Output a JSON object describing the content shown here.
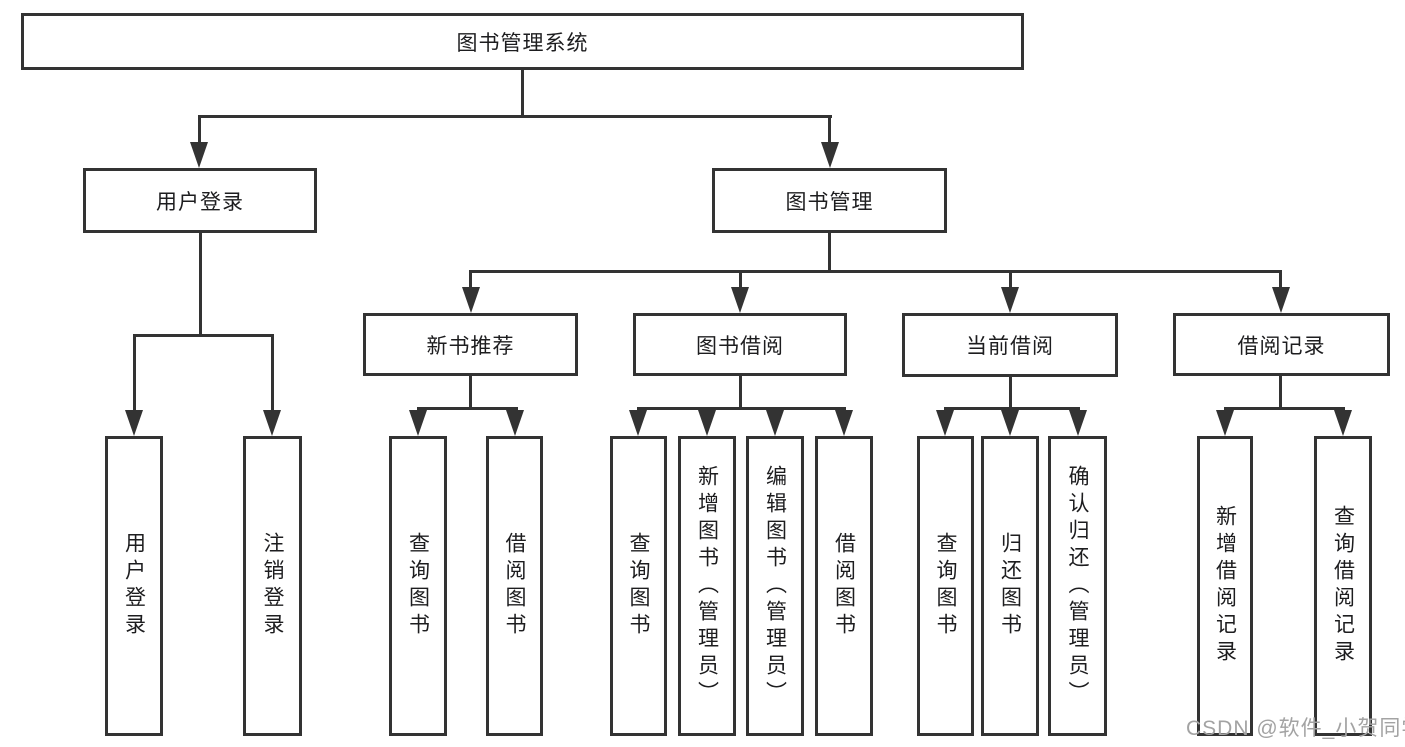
{
  "colors": {
    "line": "#333333",
    "box_border": "#333333",
    "text": "#1d1d1f",
    "watermark": "#a3a3a3",
    "background": "#ffffff"
  },
  "diagram": {
    "root": {
      "label": "图书管理系统"
    },
    "branches": [
      {
        "label": "用户登录",
        "children": [
          {
            "label": "用户登录"
          },
          {
            "label": "注销登录"
          }
        ]
      },
      {
        "label": "图书管理",
        "children": [
          {
            "label": "新书推荐",
            "children": [
              {
                "label": "查询图书"
              },
              {
                "label": "借阅图书"
              }
            ]
          },
          {
            "label": "图书借阅",
            "children": [
              {
                "label": "查询图书"
              },
              {
                "label": "新增图书（管理员）"
              },
              {
                "label": "编辑图书（管理员）"
              },
              {
                "label": "借阅图书"
              }
            ]
          },
          {
            "label": "当前借阅",
            "children": [
              {
                "label": "查询图书"
              },
              {
                "label": "归还图书"
              },
              {
                "label": "确认归还（管理员）"
              }
            ]
          },
          {
            "label": "借阅记录",
            "children": [
              {
                "label": "新增借阅记录"
              },
              {
                "label": "查询借阅记录"
              }
            ]
          }
        ]
      }
    ]
  },
  "watermark": {
    "text": "CSDN @软件_小贺同学"
  }
}
